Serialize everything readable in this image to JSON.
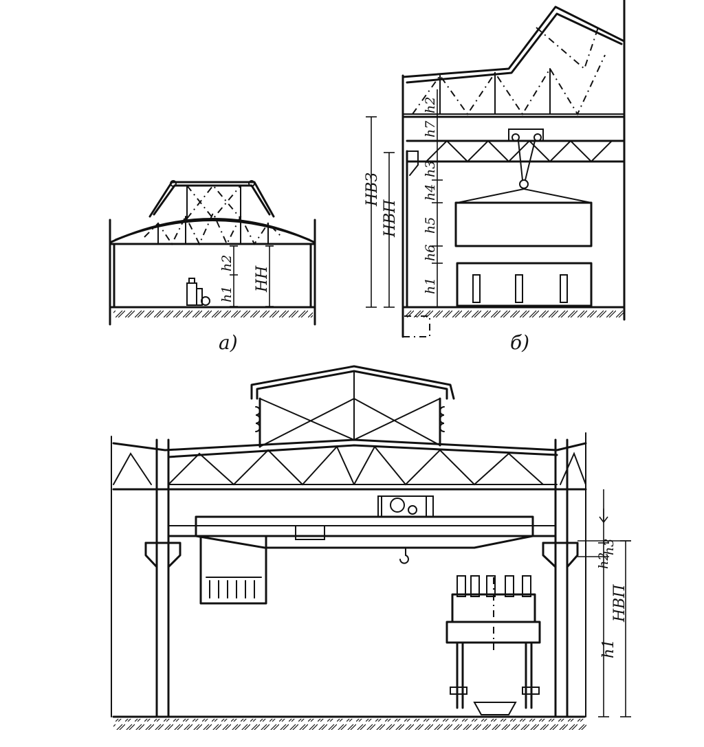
{
  "figures": {
    "a": {
      "caption": "a)",
      "labels": {
        "h1": "h1",
        "h2": "h2",
        "Hn": "HН"
      }
    },
    "b": {
      "caption": "б)",
      "labels": {
        "h1": "h1",
        "h2": "h2",
        "h3": "h3",
        "h4": "h4",
        "h5": "h5",
        "h6": "h6",
        "h7": "h7",
        "Hvz": "HВЗ",
        "Hvp": "HВП"
      }
    },
    "c": {
      "labels": {
        "h1": "h1",
        "h2": "h2",
        "h3": "h3",
        "Hvp": "HВП"
      }
    }
  }
}
